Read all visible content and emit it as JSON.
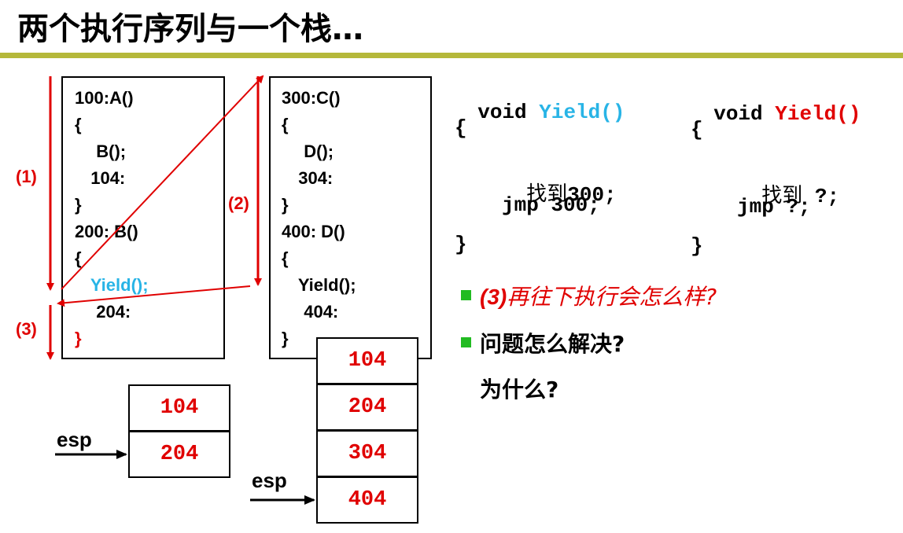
{
  "title": "两个执行序列与一个栈…",
  "left_code": {
    "lines": [
      "100:A()",
      "{",
      "  B();",
      "  104:",
      "}",
      "200: B()",
      "{",
      "  Yield();",
      "  204:",
      "}"
    ]
  },
  "right_code": {
    "lines": [
      "300:C()",
      "{",
      "  D();",
      "  304:",
      "}",
      "400: D()",
      "{",
      "  Yield();",
      "  404:",
      "}"
    ]
  },
  "arrow_labels": [
    "(1)",
    "(2)",
    "(3)"
  ],
  "stack1": {
    "cells": [
      "104",
      "204"
    ],
    "pointer": "esp"
  },
  "stack2": {
    "cells": [
      "104",
      "204",
      "304",
      "404"
    ],
    "pointer": "esp"
  },
  "yield1": {
    "keyword": "void",
    "name": "Yield()",
    "open": "{",
    "line1_cjk": "找到",
    "line1_rest": "300;",
    "line2": "jmp 300;",
    "close": "}"
  },
  "yield2": {
    "keyword": "void",
    "name": "Yield()",
    "open": "{",
    "line1_cjk": "找到",
    "line1_rest": " ?;",
    "line2": "jmp ?;",
    "close": "}"
  },
  "questions": {
    "q1_prefix": "(3)",
    "q1_text": "再往下执行会怎么样?",
    "q2": "问题怎么解决?",
    "q3": "为什么?"
  },
  "colors": {
    "red": "#e00000",
    "blue": "#28b4e6",
    "green": "#22bb22",
    "rule": "#b5b83a"
  }
}
